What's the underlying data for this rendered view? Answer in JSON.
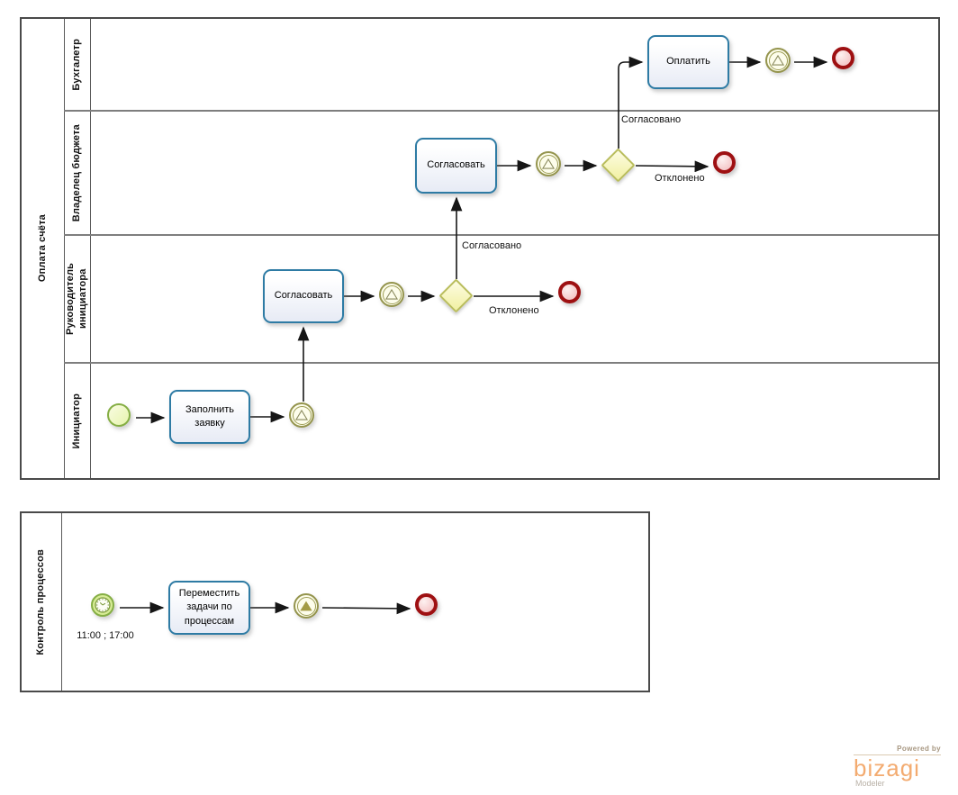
{
  "pools": [
    {
      "name": "Оплата счёта",
      "lanes": [
        {
          "label": "Бухгалетр"
        },
        {
          "label": "Владелец бюджета"
        },
        {
          "label": "Руководитель инициатора"
        },
        {
          "label": "Инициатор"
        }
      ]
    },
    {
      "name": "Контроль процессов",
      "lanes": []
    }
  ],
  "nodes": {
    "fill_request": {
      "label": "Заполнить заявку",
      "type": "task"
    },
    "approve_manager": {
      "label": "Согласовать",
      "type": "task"
    },
    "approve_budget": {
      "label": "Согласовать",
      "type": "task"
    },
    "pay": {
      "label": "Оплатить",
      "type": "task"
    },
    "move_tasks": {
      "label": "Переместить задачи по процессам",
      "type": "task"
    },
    "timer_start": {
      "label": "11:00 ; 17:00",
      "type": "timer-start-event"
    }
  },
  "flow_labels": {
    "agreed_to_accountant": "Согласовано",
    "rejected_by_budget_owner": "Отклонено",
    "agreed_to_budget_owner": "Согласовано",
    "rejected_by_manager": "Отклонено"
  },
  "branding": {
    "powered_by": "Powered by",
    "brand": "bizagi",
    "product": "Modeler"
  },
  "icons": {
    "signal_catch": "signal-triangle-outline-icon",
    "signal_throw": "signal-triangle-filled-icon",
    "timer": "timer-clock-icon"
  },
  "colors": {
    "task_border": "#2e7ba4",
    "event_green": "#85ae44",
    "event_olive": "#9d9d55",
    "end_red": "#9e1012",
    "gateway_yellow": "#b9bd5b",
    "brand_orange": "#f3ab70"
  }
}
